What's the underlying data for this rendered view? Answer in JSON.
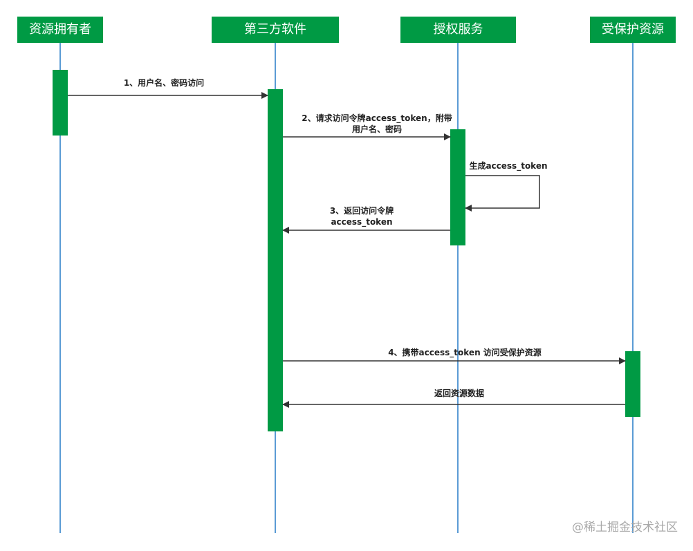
{
  "participants": {
    "owner": "资源拥有者",
    "client": "第三方软件",
    "auth": "授权服务",
    "resource": "受保护资源"
  },
  "messages": {
    "m1": "1、用户名、密码访问",
    "m2_line1": "2、请求访问令牌access_token，附带",
    "m2_line2": "用户名、密码",
    "m_self": "生成access_token",
    "m3_line1": "3、返回访问令牌",
    "m3_line2": "access_token",
    "m4": "4、携带access_token 访问受保护资源",
    "m5": "返回资源数据"
  },
  "watermark": "@稀土掘金技术社区",
  "colors": {
    "participant_bg": "#009a44",
    "lifeline": "#5a9bd5",
    "arrow": "#333333"
  }
}
